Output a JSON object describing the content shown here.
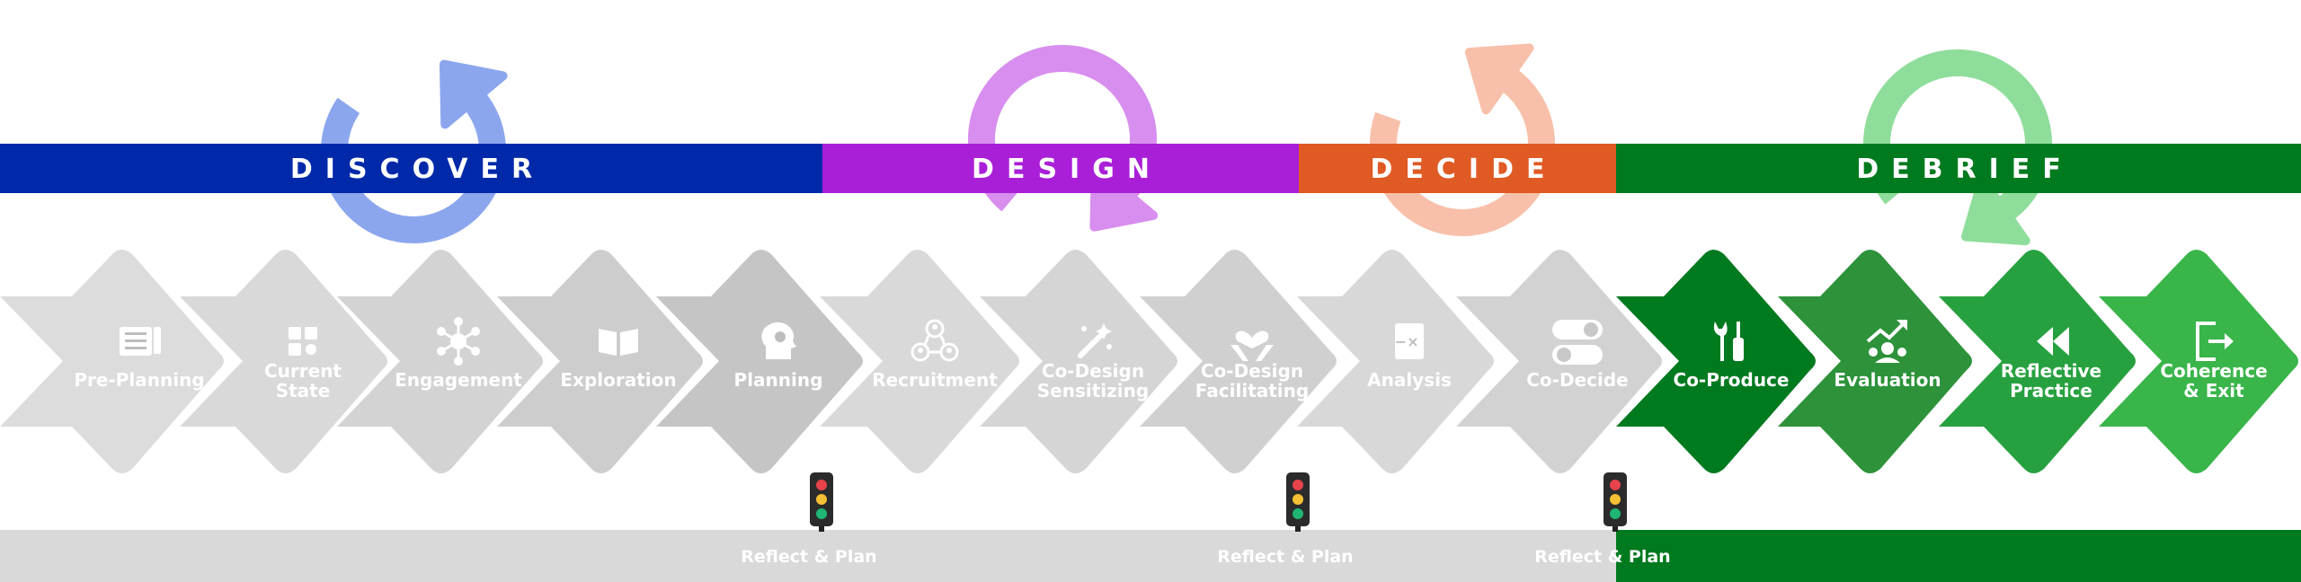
{
  "phases": [
    {
      "label": "DISCOVER",
      "color": "#0029AA",
      "cycle_color": "#8CA6EE"
    },
    {
      "label": "DESIGN",
      "color": "#A91FD8",
      "cycle_color": "#D78EEE"
    },
    {
      "label": "DECIDE",
      "color": "#E05A24",
      "cycle_color": "#F8C0AA"
    },
    {
      "label": "DEBRIEF",
      "color": "#007A1F",
      "cycle_color": "#8FDD9B"
    }
  ],
  "steps": [
    {
      "label": "Pre-Planning",
      "icon": "checklist-icon",
      "color": "#DCDCDC"
    },
    {
      "label": "Current State",
      "icon": "grid-icon",
      "color": "#D9D9D9"
    },
    {
      "label": "Engagement",
      "icon": "network-icon",
      "color": "#D3D3D3"
    },
    {
      "label": "Exploration",
      "icon": "open-book-icon",
      "color": "#CDCDCD"
    },
    {
      "label": "Planning",
      "icon": "head-gears-icon",
      "color": "#C5C5C5"
    },
    {
      "label": "Recruitment",
      "icon": "people-network-icon",
      "color": "#D9D9D9"
    },
    {
      "label": "Co-Design Sensitizing",
      "icon": "magic-wand-icon",
      "color": "#D5D5D5"
    },
    {
      "label": "Co-Design Facilitating",
      "icon": "hands-heart-icon",
      "color": "#D0D0D0"
    },
    {
      "label": "Analysis",
      "icon": "calculator-icon",
      "color": "#D8D8D8"
    },
    {
      "label": "Co-Decide",
      "icon": "toggle-icon",
      "color": "#D2D2D2"
    },
    {
      "label": "Co-Produce",
      "icon": "tools-icon",
      "color": "#007A1F"
    },
    {
      "label": "Evaluation",
      "icon": "growth-chart-icon",
      "color": "#2D923A"
    },
    {
      "label": "Reflective Practice",
      "icon": "rewind-icon",
      "color": "#27A140"
    },
    {
      "label": "Coherence & Exit",
      "icon": "exit-icon",
      "color": "#39B54A"
    }
  ],
  "checkpoints": [
    {
      "label": "Reflect & Plan"
    },
    {
      "label": "Reflect & Plan"
    },
    {
      "label": "Reflect & Plan"
    }
  ],
  "colors": {
    "bottom_bar_gray": "#D9D9D9",
    "bottom_bar_green": "#007A1F",
    "traffic_red": "#E8424B",
    "traffic_yellow": "#F5C033",
    "traffic_green": "#1FB573"
  }
}
